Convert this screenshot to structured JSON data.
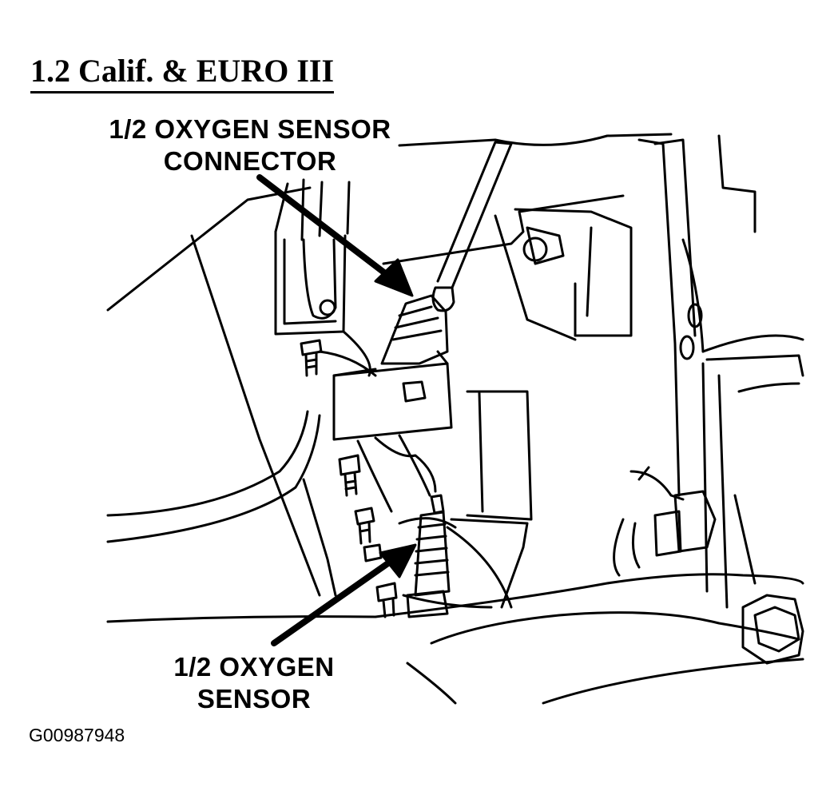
{
  "diagram": {
    "title": "1.2 Calif. & EURO III",
    "callouts": {
      "connector": {
        "line1": "1/2 OXYGEN SENSOR",
        "line2": "CONNECTOR"
      },
      "sensor": {
        "line1": "1/2 OXYGEN",
        "line2": "SENSOR"
      }
    },
    "figure_id": "G00987948"
  }
}
